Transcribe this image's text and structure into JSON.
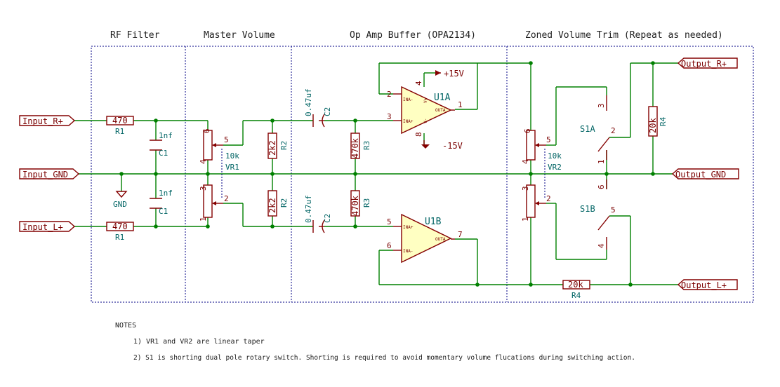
{
  "sections": {
    "rf_filter": "RF Filter",
    "master_volume": "Master Volume",
    "buffer": "Op Amp Buffer (OPA2134)",
    "zoned": "Zoned Volume Trim (Repeat as needed)"
  },
  "ports": {
    "input_r": "Input_R+",
    "input_gnd": "Input_GND",
    "input_l": "Input_L+",
    "output_r": "Output_R+",
    "output_gnd": "Output_GND",
    "output_l": "Output_L+"
  },
  "components": {
    "r1_value": "470",
    "r1_ref": "R1",
    "c1_value": "1nf",
    "c1_ref": "C1",
    "gnd_label": "GND",
    "vr1_value": "10k",
    "vr1_ref": "VR1",
    "r2_value": "2k2",
    "r2_ref": "R2",
    "c2_value": "0.47uf",
    "c2_ref": "C2",
    "r3_value": "470k",
    "r3_ref": "R3",
    "u1a_ref": "U1A",
    "u1b_ref": "U1B",
    "pos_supply": "+15V",
    "neg_supply": "-15V",
    "vr2_value": "10k",
    "vr2_ref": "VR2",
    "s1a_ref": "S1A",
    "s1b_ref": "S1B",
    "r4_value": "20k",
    "r4_ref": "R4",
    "ina_plus": "INA+",
    "ina_minus": "INA-",
    "outa": "OUTA",
    "v_plus": "V+",
    "v_minus": "V-"
  },
  "pins": {
    "vr_top": "6",
    "vr_bot": "4",
    "vr_wiper_r": "5",
    "vr_top_l": "3",
    "vr_bot_l": "1",
    "vr_wiper_l": "2",
    "u1a_inv": "2",
    "u1a_noninv": "3",
    "u1a_out": "1",
    "u1a_vplus": "4",
    "u1a_vminus": "8",
    "u1b_noninv": "5",
    "u1b_inv": "6",
    "u1b_out": "7",
    "s1a_p3": "3",
    "s1a_p2": "2",
    "s1a_p1": "1",
    "s1a_p6": "6",
    "s1b_p5": "5",
    "s1b_p4": "4"
  },
  "notes": {
    "title": "NOTES",
    "note1": "1) VR1 and VR2 are linear taper",
    "note2": "2) S1 is shorting dual pole rotary switch.  Shorting is required to avoid momentary volume flucations during switching action."
  }
}
